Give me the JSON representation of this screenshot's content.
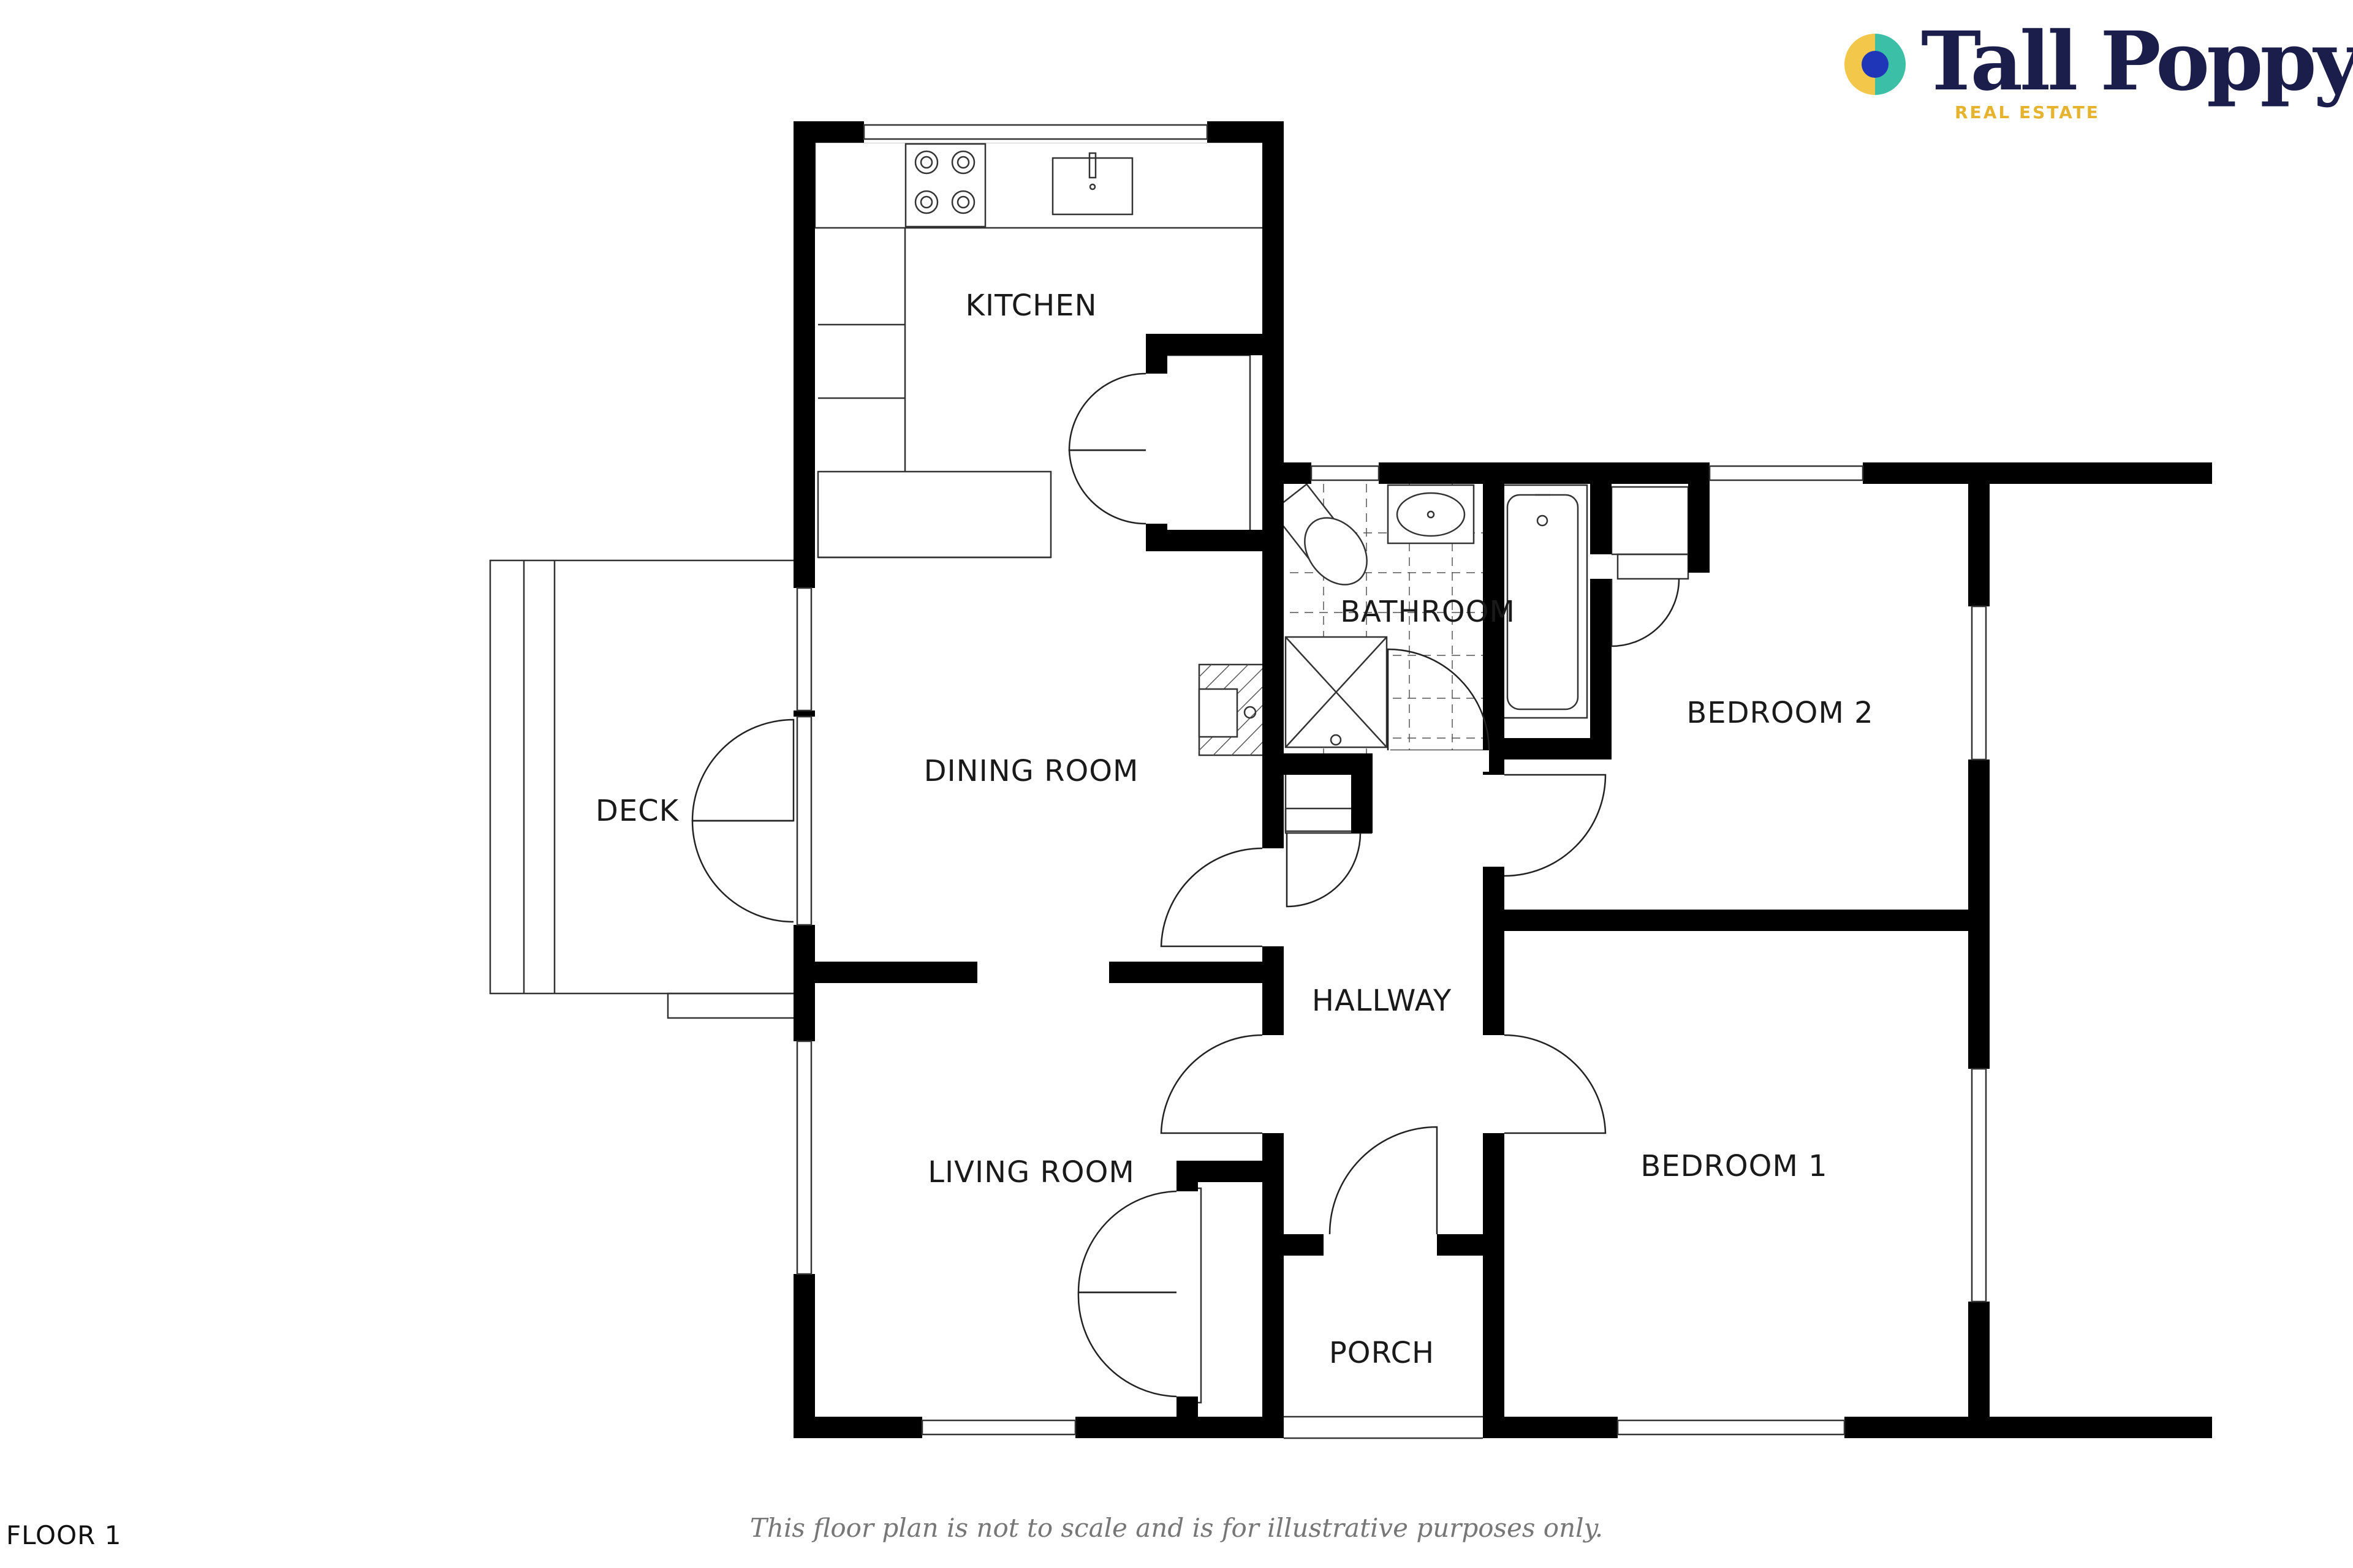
{
  "brand": {
    "name": "Tall Poppy",
    "tagline": "REAL ESTATE",
    "colors": {
      "navy": "#1b1d4b",
      "gold": "#e6b32e",
      "teal": "#3bbfa7",
      "blue": "#1f36b8"
    },
    "logo_icon": "poppy-circle-icon"
  },
  "rooms": {
    "kitchen": "KITCHEN",
    "dining_room": "DINING ROOM",
    "deck": "DECK",
    "bathroom": "BATHROOM",
    "bedroom_2": "BEDROOM 2",
    "hallway": "HALLWAY",
    "living_room": "LIVING ROOM",
    "bedroom_1": "BEDROOM 1",
    "porch": "PORCH"
  },
  "floor_label": "FLOOR 1",
  "disclaimer": "This floor plan is not to scale and is for illustrative purposes only."
}
